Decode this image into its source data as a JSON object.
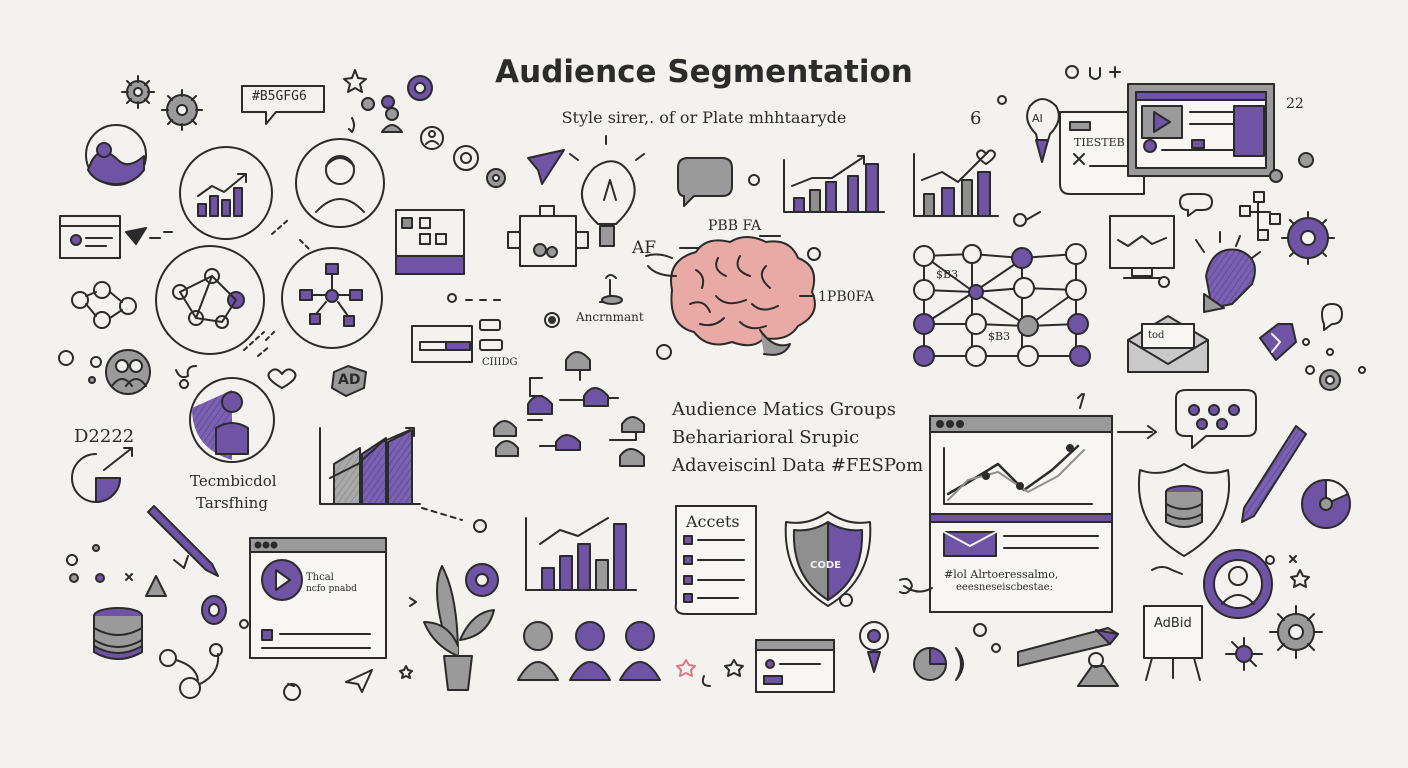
{
  "header": {
    "title": "Audience Segmentation",
    "subtitle": "Style sirer,. of or Plate mhhtaaryde"
  },
  "labels": {
    "hex_bubble": "#B5GFG6",
    "brain_top": "PBB FA",
    "brain_left": "AF",
    "brain_right": "1PB0FA",
    "anchor_label": "Ancrnmant",
    "small_chip": "CIIIDG",
    "ad_badge": "AD",
    "number_left": "D2222",
    "technical_1": "Tecmbicdol",
    "technical_2": "Tarsfhing",
    "groups_line_1": "Audience Matics Groups",
    "groups_line_2": "Behariarioral Srupic",
    "groups_line_3": "Adaveiscinl Data #FESPom",
    "accets": "Accets",
    "shield_code": "CODE",
    "video_caption_1": "Thcal",
    "video_caption_2": "ncfo pnabd",
    "tester": "TIESTEB",
    "node_text_1": "$B3",
    "node_text_2": "$B3",
    "dash_caption_1": "#lol Alrtoeressalmo,",
    "dash_caption_2": "eeesneseiscbestae:",
    "adbid": "AdBid",
    "num_6": "6",
    "num_22": "22",
    "ai_bulb": "AI",
    "email": "tod"
  },
  "palette": {
    "purple": "#6f54a6",
    "light_purple": "#b8a8d8",
    "gray": "#8f8f8f",
    "light_gray": "#c9c9c9",
    "pink": "#e9aaa6",
    "ink": "#2b2b2b"
  },
  "icons": [
    "gear-icon",
    "lightbulb-icon",
    "brain-icon",
    "shield-icon",
    "database-icon",
    "pencil-icon",
    "plant-icon",
    "person-icon",
    "bar-chart-icon",
    "line-chart-icon",
    "network-icon",
    "browser-window-icon",
    "chat-bubble-icon",
    "envelope-icon",
    "play-icon",
    "star-icon",
    "heart-icon",
    "paper-plane-icon",
    "target-icon"
  ]
}
